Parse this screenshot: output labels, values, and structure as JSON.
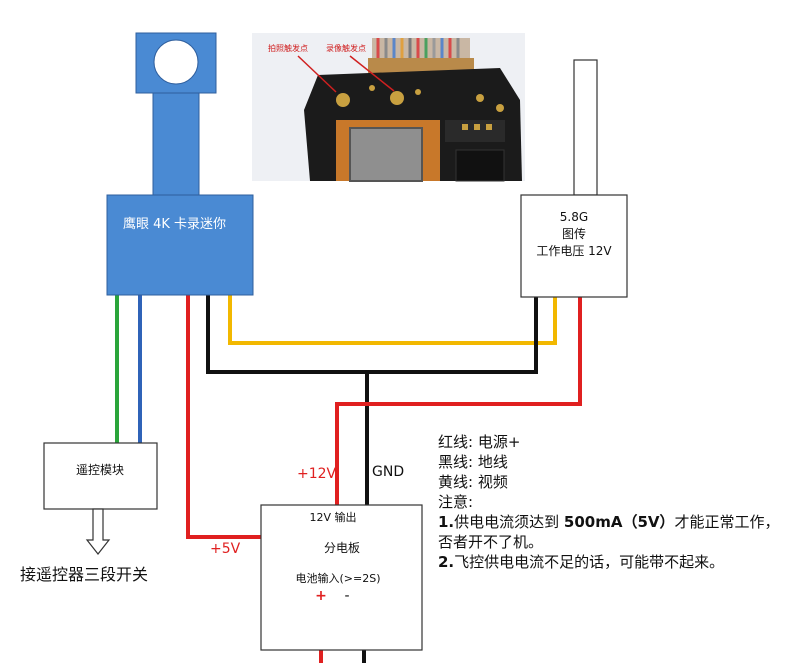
{
  "camera": {
    "label": "鹰眼 4K 卡录迷你"
  },
  "photo": {
    "annotation_left": "拍照触发点",
    "annotation_right": "录像触发点"
  },
  "vtx": {
    "line1": "5.8G",
    "line2": "图传",
    "line3": "工作电压 12V"
  },
  "remote_module": {
    "label": "遥控模块"
  },
  "remote_caption": "接遥控器三段开关",
  "pdb": {
    "out_label": "12V 输出",
    "title": "分电板",
    "in_label": "电池输入(>=2S)",
    "plus": "+",
    "minus": "-"
  },
  "wire_labels": {
    "plus12v": "+12V",
    "gnd": "GND",
    "plus5v": "+5V"
  },
  "notes": {
    "legend_red": "红线: 电源+",
    "legend_black": "黑线: 地线",
    "legend_yellow": "黄线: 视频",
    "heading": "注意:",
    "note1_num": "1.",
    "note1_pre": "供电电流须达到 ",
    "note1_bold": "500mA（5V）",
    "note1_post": "才能正常工作，否者开不了机。",
    "note2_num": "2.",
    "note2_text": "飞控供电电流不足的话，可能带不起来。"
  },
  "colors": {
    "camera_blue": "#4a8ad3",
    "wire_red": "#e02020",
    "wire_black": "#111111",
    "wire_yellow": "#f2b800",
    "wire_green": "#2aa53a",
    "wire_blue": "#2f63b8",
    "board_black": "#1b1b1b",
    "board_gold": "#c8a040"
  }
}
